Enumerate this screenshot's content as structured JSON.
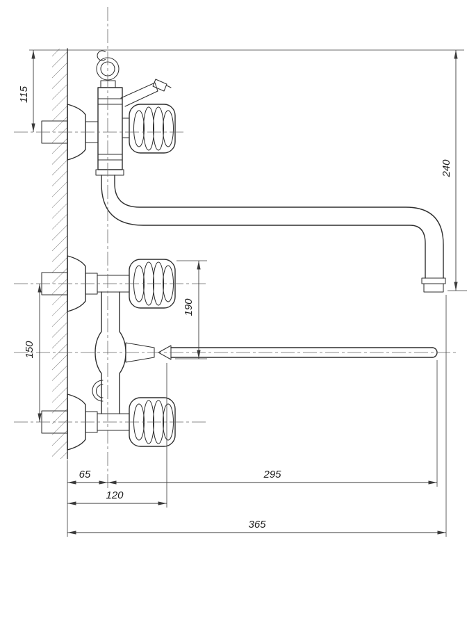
{
  "drawing": {
    "background": "#ffffff",
    "line_color": "#2f2f2f",
    "dimensions": {
      "d115": "115",
      "d240": "240",
      "d150": "150",
      "d190": "190",
      "d65": "65",
      "d295": "295",
      "d120": "120",
      "d365": "365"
    }
  }
}
